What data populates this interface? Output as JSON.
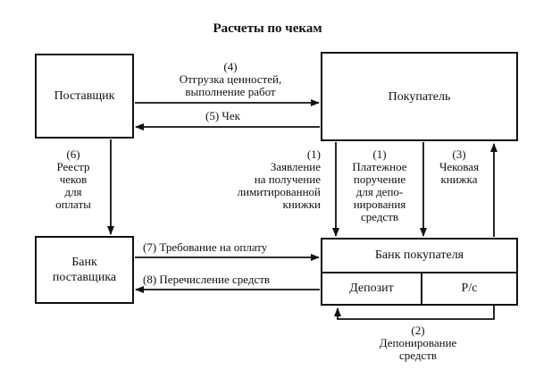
{
  "title": "Расчеты по чекам",
  "nodes": {
    "supplier": "Поставщик",
    "buyer": "Покупатель",
    "supplier_bank": [
      "Банк",
      "поставщика"
    ],
    "buyer_bank": "Банк покупателя",
    "deposit": "Депозит",
    "account": "Р/с"
  },
  "flows": {
    "shipment": [
      "(4)",
      "Отгрузка ценностей,",
      "выполнение работ"
    ],
    "check": "(5) Чек",
    "registry": [
      "(6)",
      "Реестр",
      "чеков",
      "для",
      "оплаты"
    ],
    "application": [
      "(1)",
      "Заявление",
      "на получение",
      "лимитированной",
      "книжки"
    ],
    "payment_order": [
      "(1)",
      "Платежное",
      "поручение",
      "для депо-",
      "нирования",
      "средств"
    ],
    "checkbook": [
      "(3)",
      "Чековая",
      "книжка"
    ],
    "demand": "(7) Требование на оплату",
    "transfer": "(8) Перечисление средств",
    "depositing": [
      "(2)",
      "Депонирование",
      "средств"
    ]
  }
}
